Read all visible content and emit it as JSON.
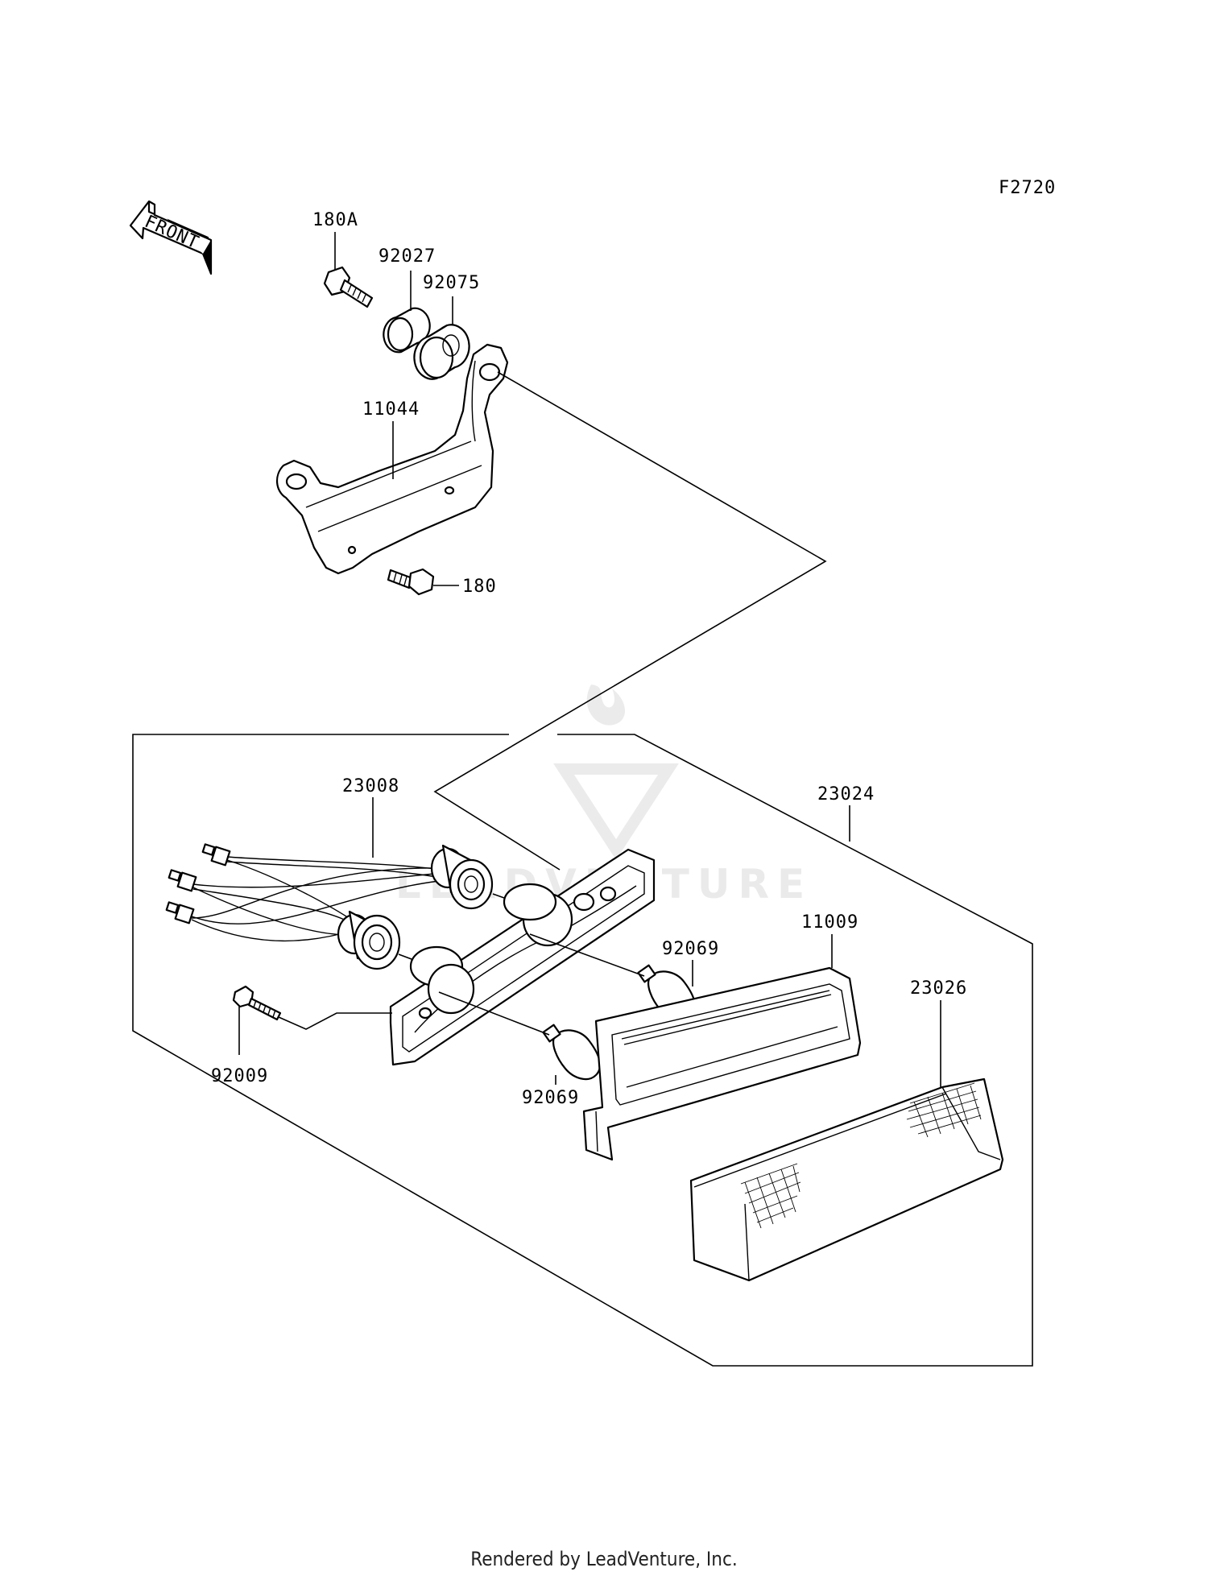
{
  "diagram_code": "F2720",
  "front_label": "FRONT",
  "parts": {
    "p180A": "180A",
    "p92027": "92027",
    "p92075": "92075",
    "p11044": "11044",
    "p180": "180",
    "p23008": "23008",
    "p23024": "23024",
    "p92069a": "92069",
    "p92069b": "92069",
    "p11009": "11009",
    "p23026": "23026",
    "p92009": "92009"
  },
  "watermark": "LEADVENTURE",
  "footer": "Rendered by LeadVenture, Inc."
}
